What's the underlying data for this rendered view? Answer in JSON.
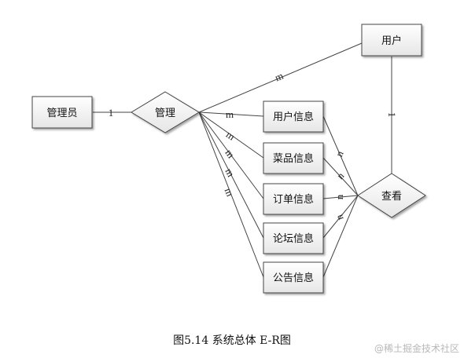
{
  "diagram": {
    "entities": {
      "admin": "管理员",
      "user": "用户",
      "user_info": "用户信息",
      "dish_info": "菜品信息",
      "order_info": "订单信息",
      "forum_info": "论坛信息",
      "notice_info": "公告信息"
    },
    "relationships": {
      "manage": "管理",
      "view": "查看"
    },
    "cardinalities": {
      "admin_manage": "1",
      "manage_user": "m",
      "manage_user_info": "m",
      "manage_dish_info": "m",
      "manage_order_info": "m",
      "manage_forum_info": "m",
      "manage_notice_info": "m",
      "user_view": "1",
      "view_user_info": "n",
      "view_dish_info": "n",
      "view_order_info": "n",
      "view_forum_info": "n"
    }
  },
  "caption": "图5.14  系统总体 E-R图",
  "watermark": "@稀土掘金技术社区"
}
